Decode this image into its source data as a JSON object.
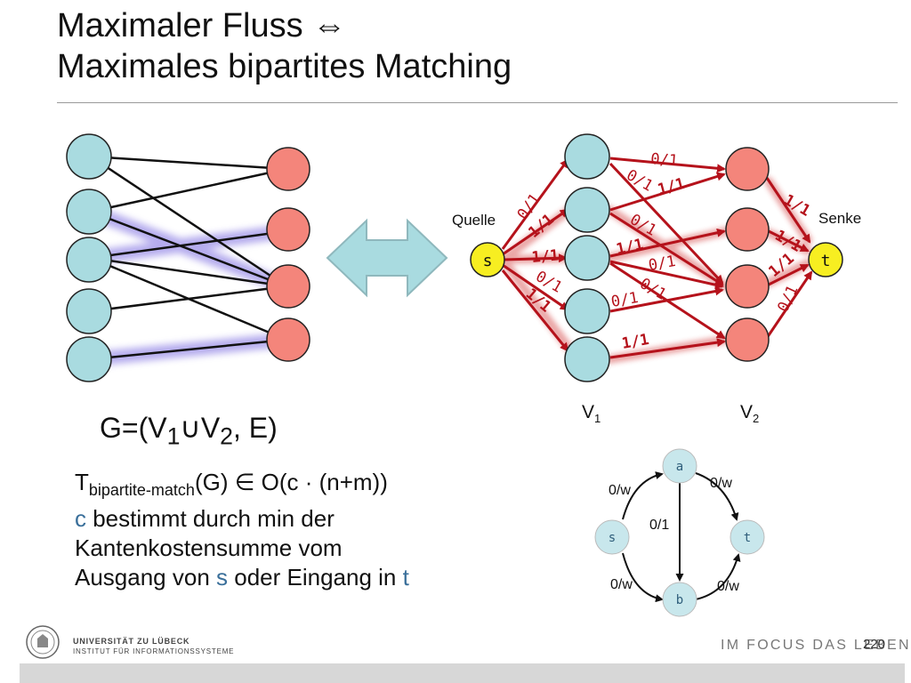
{
  "title": {
    "line1": "Maximaler Fluss ⇔",
    "line2": "Maximales bipartites Matching"
  },
  "flow_graph": {
    "source_label": "Quelle",
    "sink_label": "Senke",
    "source_node": "s",
    "sink_node": "t",
    "v1_label": "V",
    "v1_sub": "1",
    "v2_label": "V",
    "v2_sub": "2",
    "edge_labels": {
      "e1": "0/1",
      "e2": "0/1",
      "e3": "1/1",
      "e4": "0/1",
      "e5": "1/1",
      "e6": "0/1",
      "e7": "1/1",
      "e8": "1/1",
      "e9": "0/1",
      "e10": "0/1",
      "e11": "0/1",
      "e12": "1/1",
      "e13": "0/1",
      "e14": "1/1",
      "e15": "1/1",
      "e16": "1/1",
      "e17": "1/1",
      "e18": "0/1"
    }
  },
  "formula": {
    "g": "G=(V",
    "sub1": "1",
    "cup": "∪V",
    "sub2": "2",
    "rest": ", E)"
  },
  "complexity": {
    "t": "T",
    "sub": "bipartite-match",
    "rest": "(G) ∈ O(c · (n+m))"
  },
  "text": {
    "c": "c",
    "line1_rest": " bestimmt durch min der",
    "line2": "Kantenkostensumme vom",
    "line3_a": "Ausgang von ",
    "s": "s",
    "line3_b": " oder Eingang in ",
    "t": "t"
  },
  "small_graph": {
    "nodes": {
      "a": "a",
      "s": "s",
      "t": "t",
      "b": "b"
    },
    "edges": {
      "sa": "0/w",
      "at": "0/w",
      "ab": "0/1",
      "sb": "0/w",
      "bt": "0/w"
    }
  },
  "footer": {
    "university": "UNIVERSITÄT ZU LÜBECK",
    "institute": "INSTITUT FÜR INFORMATIONSSYSTEME",
    "slogan": "IM FOCUS DAS LEBEN",
    "page": "220"
  },
  "colors": {
    "left_node": "#a9dbe0",
    "right_node": "#f4857b",
    "terminal_node": "#f7ee21",
    "flow_edge": "#b5121b",
    "matching_glow": "#7a6be0",
    "arrow_fill": "#a9dbe0",
    "small_node": "#c8e7ec"
  }
}
